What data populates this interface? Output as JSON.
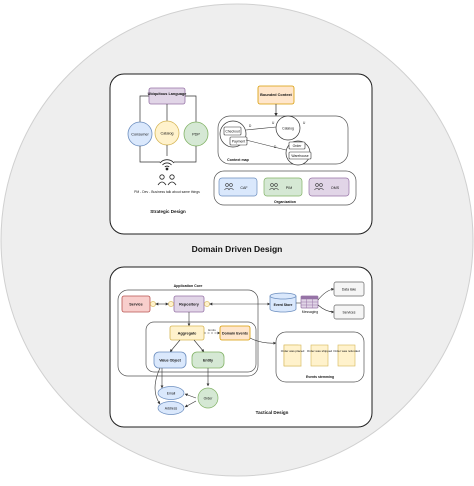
{
  "page": {
    "title": "Domain Driven Design"
  },
  "strategic": {
    "caption": "Strategic Design",
    "ubiquitous_language": "Ubiquitous Language",
    "consumer": "Consumer",
    "catalog": "Catalog",
    "pdp": "PDP",
    "pm_note": "PM - Dev - Business talk about same things",
    "bounded_context": "Bounded Context",
    "ctx_checkout": "Checkout",
    "ctx_catalog": "Catalog",
    "ctx_payment": "Payment",
    "ctx_order": "Order",
    "ctx_warehouse": "Warehouse",
    "ctx_u1": "U",
    "ctx_d1": "D",
    "ctx_u2": "U",
    "ctx_d2": "D",
    "context_map": "Context map",
    "team_caf": "CAF",
    "team_pim": "PIM",
    "team_oms": "OMS",
    "organization": "Organization"
  },
  "tactical": {
    "caption": "Tactical Design",
    "application_core": "Application Core",
    "service": "Service",
    "repository": "Repository",
    "aggregate": "Aggregate",
    "emits": "Emits",
    "domain_events": "Domain Events",
    "value_object": "Value Object",
    "entity": "Entity",
    "email": "Email",
    "address": "Address",
    "order": "Order",
    "event_store": "Event Store",
    "messaging": "Messaging",
    "data_lake": "Data lake",
    "services": "Services",
    "event_order_placed": "Order was placed",
    "event_order_shipped": "Order was shipped",
    "event_order_refunded": "Order was refunded",
    "events_stemming": "Events stemming"
  },
  "colors": {
    "outer_circle": "#eeeeee",
    "card_border": "#1f1f1f",
    "yellow_fill": "#fff2cc",
    "yellow_stroke": "#d6b656",
    "blue_fill": "#dae8fc",
    "blue_stroke": "#6c8ebf",
    "green_fill": "#d5e8d4",
    "green_stroke": "#82b366",
    "purple_fill": "#e1d5e7",
    "purple_stroke": "#9673a6",
    "red_fill": "#f8cecc",
    "red_stroke": "#b85450",
    "orange_fill": "#ffe6cc",
    "orange_stroke": "#d79b00",
    "grey_fill": "#f5f5f5",
    "grey_stroke": "#666666"
  },
  "icons": {
    "signal": "wifi-signal-icon",
    "people": "people-group-icon",
    "team": "team-icon",
    "table": "table-grid-icon",
    "database": "database-icon"
  }
}
